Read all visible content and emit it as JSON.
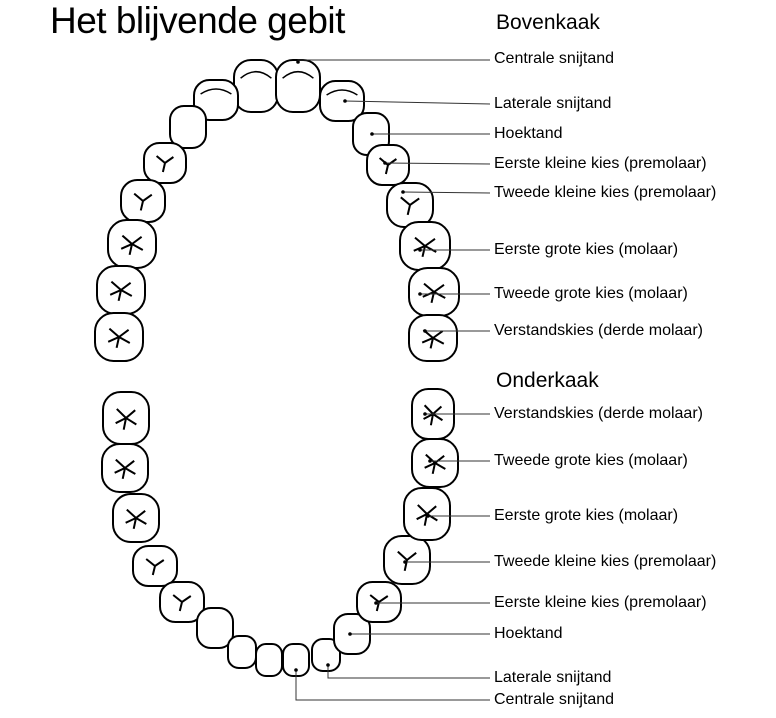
{
  "title": "Het blijvende gebit",
  "upper": {
    "heading": "Bovenkaak",
    "labels": [
      "Centrale snijtand",
      "Laterale snijtand",
      "Hoektand",
      "Eerste kleine kies (premolaar)",
      "Tweede kleine kies (premolaar)",
      "Eerste grote kies (molaar)",
      "Tweede grote kies (molaar)",
      "Verstandskies (derde molaar)"
    ]
  },
  "lower": {
    "heading": "Onderkaak",
    "labels": [
      "Verstandskies (derde molaar)",
      "Tweede grote kies (molaar)",
      "Eerste grote kies (molaar)",
      "Tweede kleine kies (premolaar)",
      "Eerste kleine kies (premolaar)",
      "Hoektand",
      "Laterale snijtand",
      "Centrale snijtand"
    ]
  }
}
